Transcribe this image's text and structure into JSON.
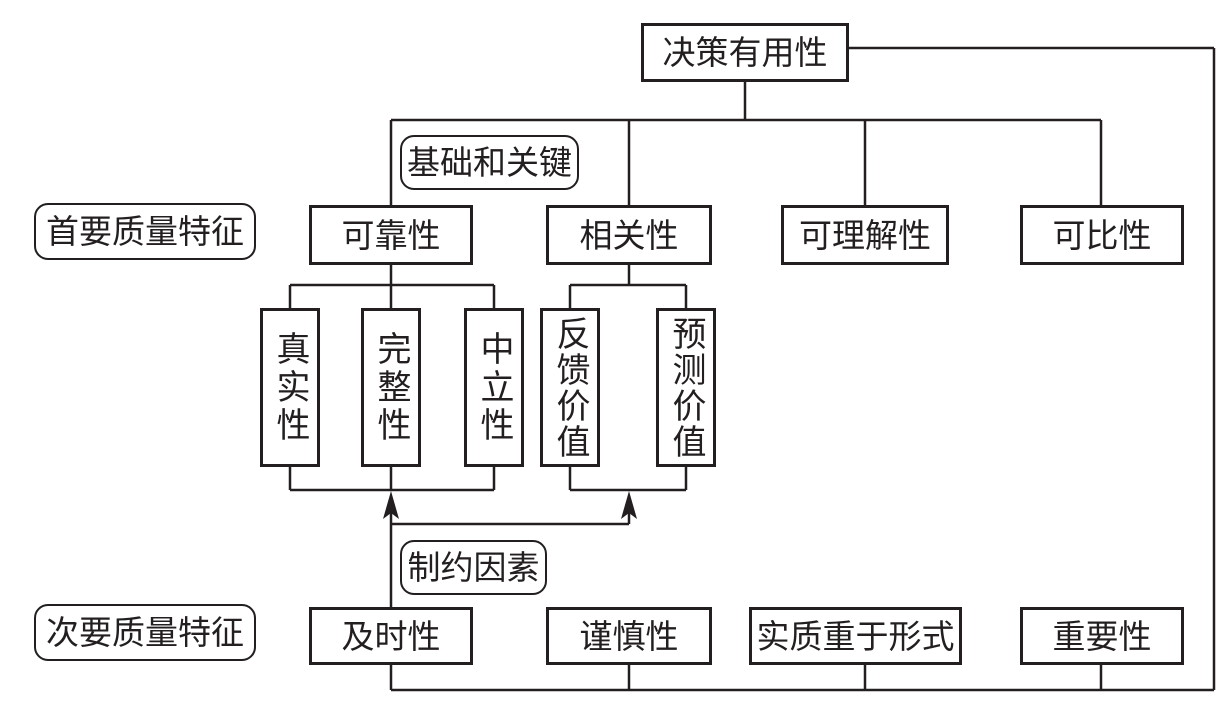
{
  "top": "决策有用性",
  "foundation_label": "基础和关键",
  "primary_label": "首要质量特征",
  "primary": [
    "可靠性",
    "相关性",
    "可理解性",
    "可比性"
  ],
  "reliability_sub": [
    "真实性",
    "完整性",
    "中立性"
  ],
  "relevance_sub": [
    "反馈价值",
    "预测价值"
  ],
  "constraint_label": "制约因素",
  "secondary_label": "次要质量特征",
  "secondary": [
    "及时性",
    "谨慎性",
    "实质重于形式",
    "重要性"
  ],
  "colors": {
    "line": "#231f20",
    "background": "#ffffff"
  }
}
